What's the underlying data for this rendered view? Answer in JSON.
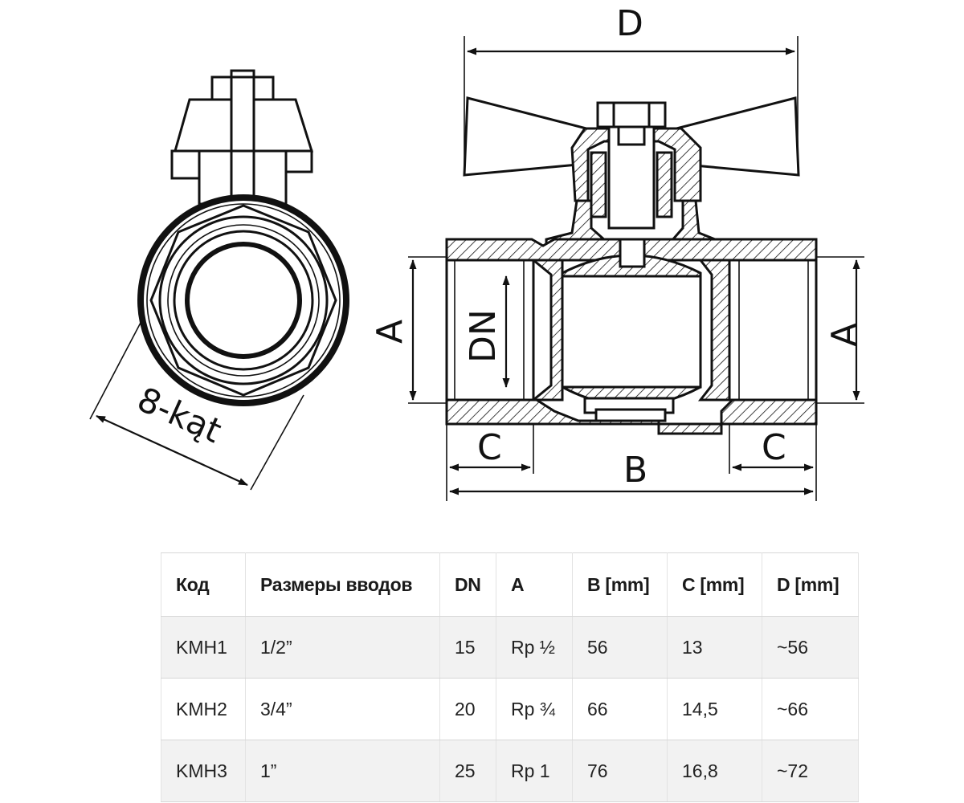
{
  "diagram": {
    "labels": {
      "D": "D",
      "A_left": "A",
      "A_right": "A",
      "DN": "DN",
      "B": "B",
      "C_left": "C",
      "C_right": "C",
      "kat": "8-kąt"
    }
  },
  "table": {
    "headers": [
      "Код",
      "Размеры вводов",
      "DN",
      "A",
      "B [mm]",
      "C [mm]",
      "D [mm]"
    ],
    "rows": [
      [
        "KMH1",
        "1/2”",
        "15",
        "Rp ½",
        "56",
        "13",
        "~56"
      ],
      [
        "KMH2",
        "3/4”",
        "20",
        "Rp ¾",
        "66",
        "14,5",
        "~66"
      ],
      [
        "KMH3",
        "1”",
        "25",
        "Rp 1",
        "76",
        "16,8",
        "~72"
      ]
    ]
  },
  "colors": {
    "line": "#111111",
    "row_shaded": "#f2f2f2",
    "grid": "#d7d7d7"
  }
}
